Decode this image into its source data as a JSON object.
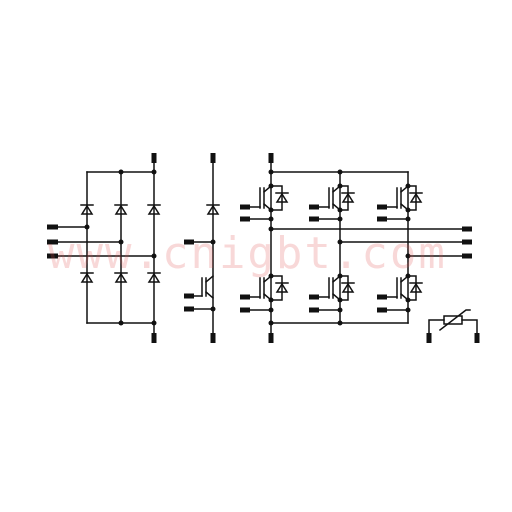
{
  "watermark": {
    "text": "www.cnigbt.com",
    "color": "#e05252"
  },
  "colors": {
    "line": "#111111",
    "background": "#ffffff"
  },
  "diagram": {
    "sections": [
      {
        "name": "three-phase-rectifier-bridge",
        "inputs": 3,
        "diode_legs": 3
      },
      {
        "name": "brake-chopper",
        "igbt": 1,
        "diode": 1
      },
      {
        "name": "three-phase-igbt-inverter",
        "igbts": 6,
        "outputs": 3
      },
      {
        "name": "ntc-thermistor",
        "terminals": 2
      }
    ]
  }
}
